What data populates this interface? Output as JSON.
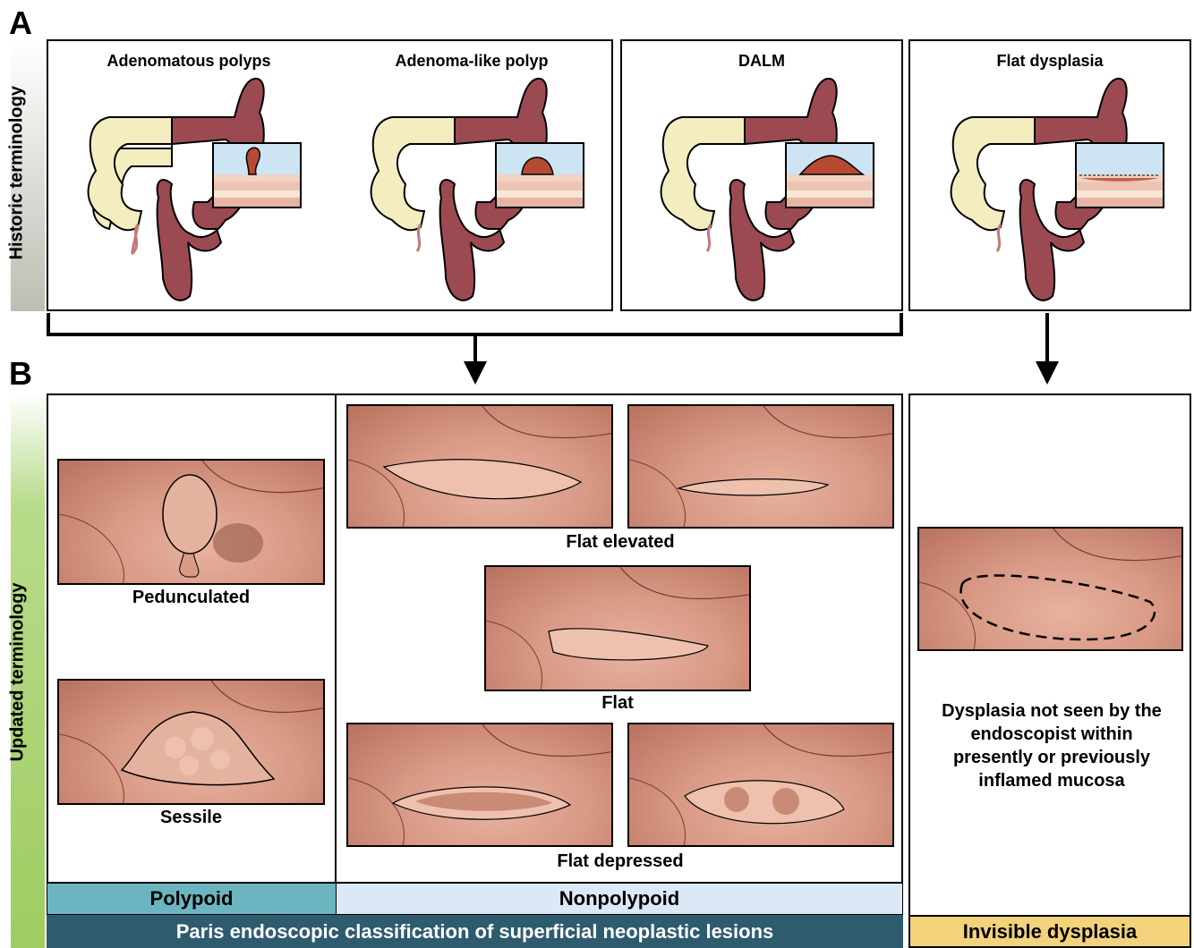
{
  "panel_a": {
    "letter": "A",
    "side_label": "Historic terminology",
    "titles": [
      "Adenomatous polyps",
      "Adenoma-like polyp",
      "DALM",
      "Flat dysplasia"
    ]
  },
  "panel_b": {
    "letter": "B",
    "side_label": "Updated terminology",
    "captions": {
      "pedunculated": "Pedunculated",
      "sessile": "Sessile",
      "flat_elevated": "Flat elevated",
      "flat": "Flat",
      "flat_depressed": "Flat depressed"
    },
    "invisible_text": "Dysplasia not seen by the endoscopist within presently or previously inflamed mucosa",
    "bars": {
      "polypoid": "Polypoid",
      "nonpolypoid": "Nonpolypoid",
      "paris": "Paris endoscopic classification of superficial neoplastic lesions",
      "invisible": "Invisible dysplasia"
    }
  },
  "colors": {
    "colon_proximal": "#f3edbf",
    "colon_distal": "#9b4a52",
    "mucosa": "#d99a86",
    "polypoid_bar": "#6bb5c0",
    "nonpolypoid_bar": "#dbe9f7",
    "paris_bar": "#2f5b6e",
    "invisible_bar": "#f2d27a",
    "band_top": "#c9c8bd",
    "band_bottom": "#9fcd62"
  }
}
